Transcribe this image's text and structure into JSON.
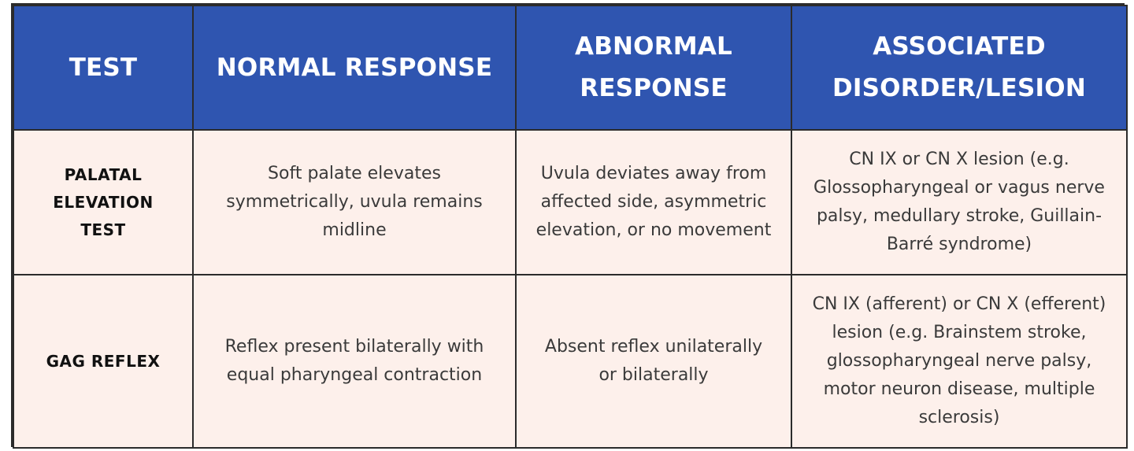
{
  "table": {
    "headers": [
      "TEST",
      "NORMAL RESPONSE",
      "ABNORMAL RESPONSE",
      "ASSOCIATED DISORDER/LESION"
    ],
    "rows": [
      {
        "test": "PALATAL ELEVATION TEST",
        "normal": "Soft palate elevates symmetrically, uvula remains midline",
        "abnormal": "Uvula deviates away from affected side, asymmetric elevation, or no movement",
        "disorder": "CN IX or CN X lesion (e.g. Glossopharyngeal or vagus nerve palsy, medullary stroke, Guillain-Barré syndrome)"
      },
      {
        "test": "GAG REFLEX",
        "normal": "Reflex present bilaterally with equal pharyngeal contraction",
        "abnormal": "Absent reflex unilaterally or bilaterally",
        "disorder": "CN IX (afferent) or CN X (efferent) lesion (e.g. Brainstem stroke, glossopharyngeal nerve palsy, motor neuron disease, multiple sclerosis)"
      }
    ]
  },
  "colors": {
    "header_bg": "#2f55b0",
    "header_text": "#ffffff",
    "cell_bg": "#fdf0eb",
    "border": "#2b2b2b"
  }
}
